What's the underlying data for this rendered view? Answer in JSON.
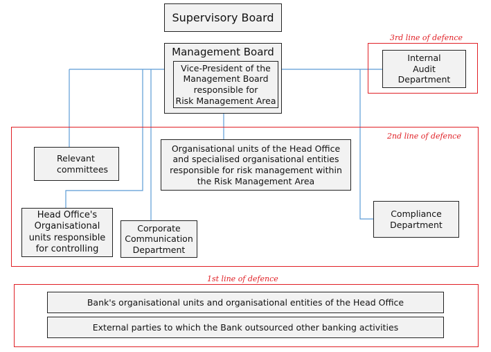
{
  "nodes": {
    "supervisory_board": "Supervisory Board",
    "management_board": "Management Board",
    "vice_president": "Vice-President of the\nManagement Board\nresponsible for\nRisk Management Area",
    "internal_audit": "Internal\nAudit\nDepartment",
    "relevant_committees": "Relevant\ncommittees",
    "risk_units": "Organisational units of the Head Office\nand specialised organisational entities\nresponsible for risk management within\nthe Risk Management Area",
    "compliance": "Compliance\nDepartment",
    "controlling_units": "Head Office's\nOrganisational\nunits responsible\nfor controlling",
    "corporate_comm": "Corporate\nCommunication\nDepartment",
    "bank_units": "Bank's organisational units and organisational entities of the Head Office",
    "external_parties": "External parties to which the Bank outsourced other banking activities"
  },
  "lines_of_defence": {
    "third": "3rd line of defence",
    "second": "2nd line of defence",
    "first": "1st line of defence"
  },
  "colors": {
    "frame": "#e01e24",
    "connector": "#5b9bd5",
    "box_fill": "#f2f2f2"
  }
}
